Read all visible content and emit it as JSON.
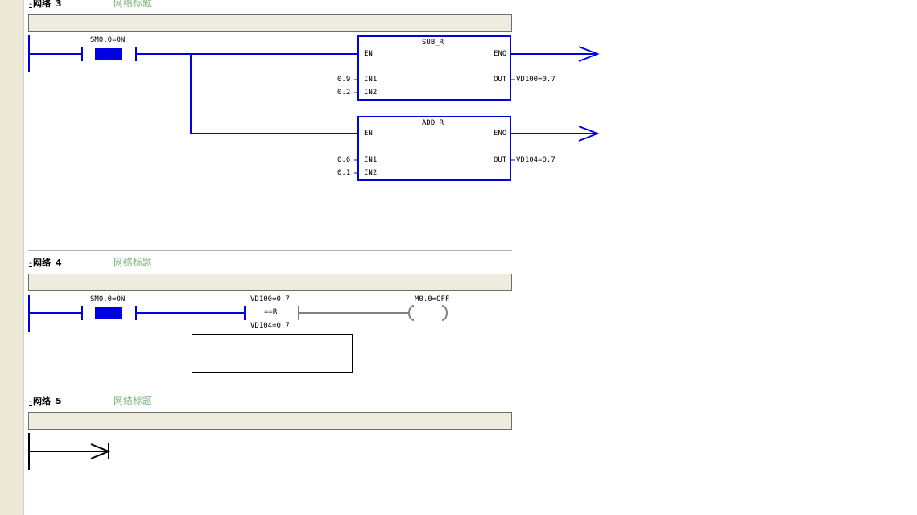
{
  "networks": [
    {
      "collapse": "-",
      "label": "网络",
      "number": "3",
      "caption": "网络标题",
      "contact": "SM0.0=ON",
      "boxes": [
        {
          "name": "SUB_R",
          "en": "EN",
          "eno": "ENO",
          "in1": "IN1",
          "in2": "IN2",
          "out": "OUT",
          "in1_val": "0.9",
          "in2_val": "0.2",
          "out_val": "VD100=0.7"
        },
        {
          "name": "ADD_R",
          "en": "EN",
          "eno": "ENO",
          "in1": "IN1",
          "in2": "IN2",
          "out": "OUT",
          "in1_val": "0.6",
          "in2_val": "0.1",
          "out_val": "VD104=0.7"
        }
      ]
    },
    {
      "collapse": "-",
      "label": "网络",
      "number": "4",
      "caption": "网络标题",
      "contact": "SM0.0=ON",
      "compare_top": "VD100=0.7",
      "compare_op": "==R",
      "compare_bottom": "VD104=0.7",
      "coil": "M0.0=OFF"
    },
    {
      "collapse": "-",
      "label": "网络",
      "number": "5",
      "caption": "网络标题"
    }
  ],
  "colors": {
    "wire_active": "#0000e0",
    "wire_inactive": "#808080",
    "comment_bg": "#efebde",
    "caption": "#7fb57f",
    "gutter": "#ece9d8"
  }
}
